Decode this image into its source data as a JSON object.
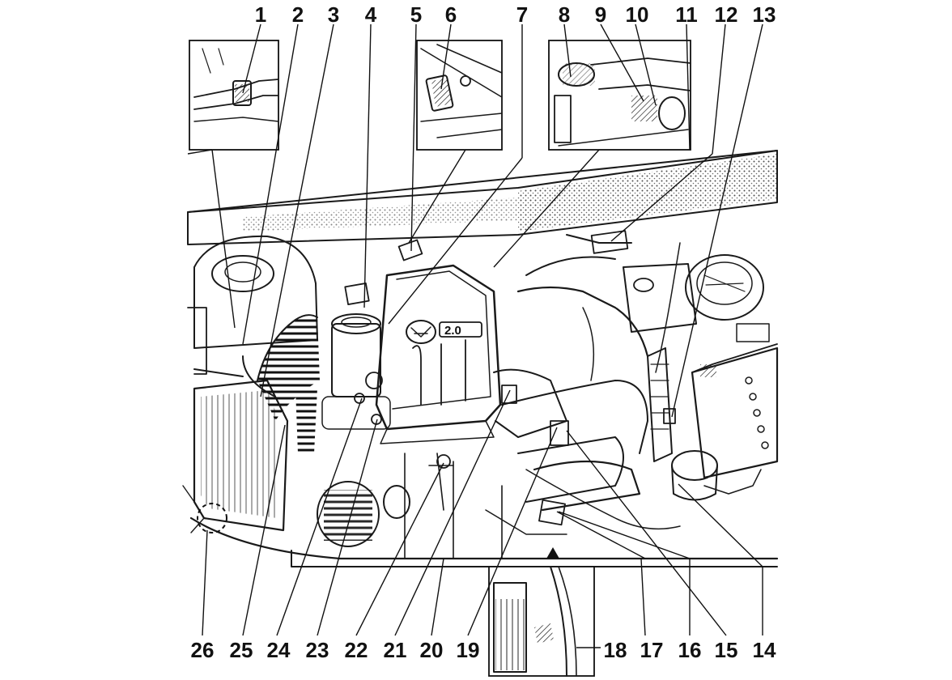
{
  "diagram": {
    "type": "engine-compartment-component-locator",
    "callouts_top": [
      "1",
      "2",
      "3",
      "4",
      "5",
      "6",
      "7",
      "8",
      "9",
      "10",
      "11",
      "12",
      "13"
    ],
    "callouts_bottom": [
      "26",
      "25",
      "24",
      "23",
      "22",
      "21",
      "20",
      "19",
      "18",
      "17",
      "16",
      "15",
      "14"
    ],
    "engine_badge": "2.0",
    "inset_count": 4
  }
}
